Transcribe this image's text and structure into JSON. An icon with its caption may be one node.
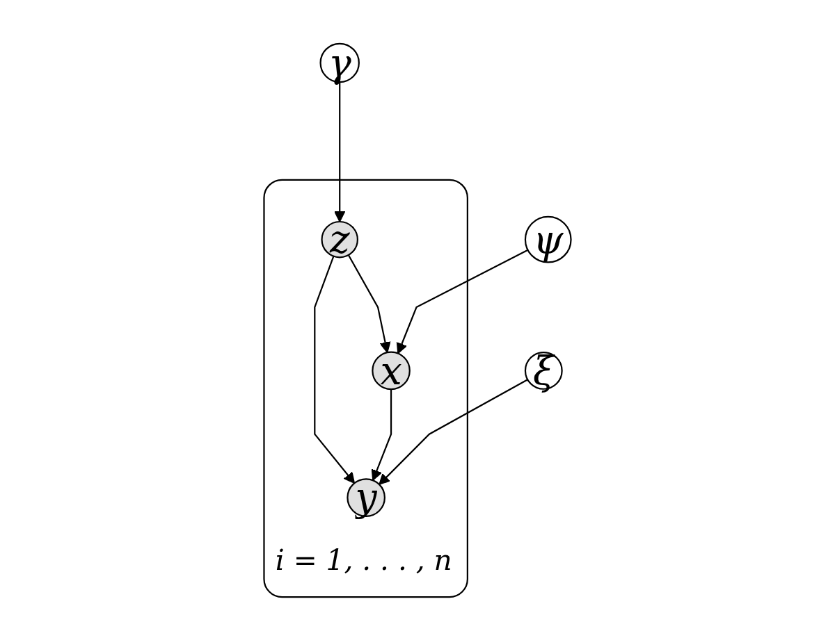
{
  "diagram": {
    "nodes": [
      {
        "text": [
          "γ"
        ]
      },
      {
        "text": [
          "i = 1, . . . , n"
        ]
      },
      {
        "text": [
          "z"
        ],
        "in": 1
      },
      {
        "text": [
          "ψ"
        ]
      },
      {
        "text": [
          "x"
        ],
        "in": 1
      },
      {
        "text": [
          "y"
        ],
        "in": 1
      },
      {
        "text": [
          "ξ"
        ]
      }
    ],
    "edges": [
      {
        "from": 0,
        "to": 2,
        "arrow": "to"
      },
      {
        "from": 2,
        "to": 4,
        "arrow": "to"
      },
      {
        "from": 2,
        "to": 5,
        "arrow": "to"
      },
      {
        "from": 3,
        "to": 4,
        "arrow": "to"
      },
      {
        "from": 4,
        "to": 5,
        "arrow": "to"
      },
      {
        "from": 6,
        "to": 5,
        "arrow": "to"
      }
    ]
  }
}
